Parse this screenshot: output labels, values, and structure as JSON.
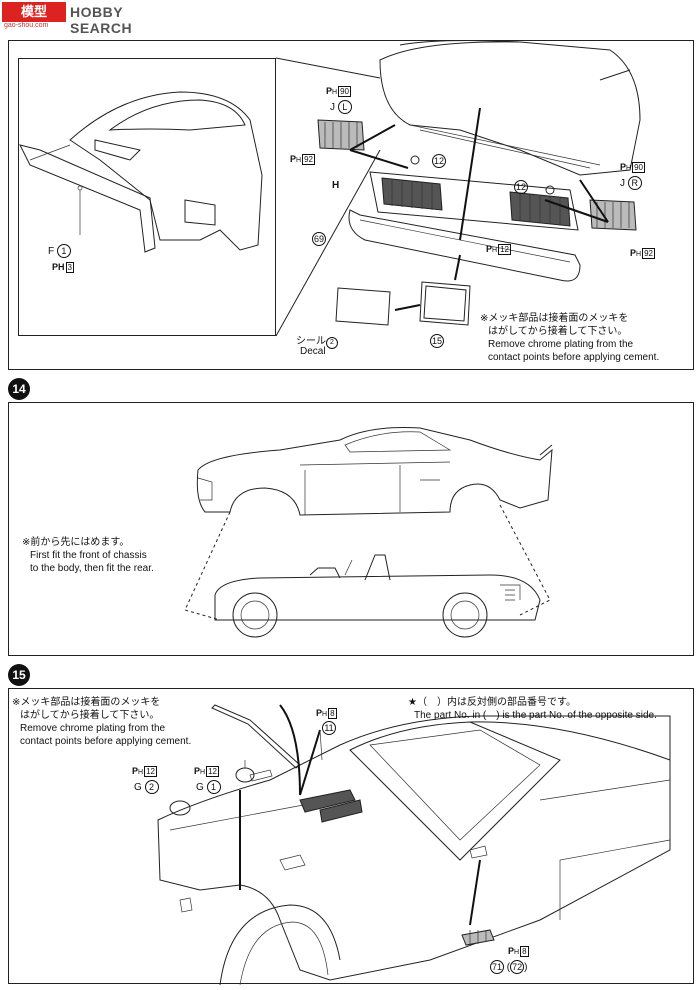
{
  "header": {
    "logo_text": "HOBBY SEARCH",
    "logo_sub": "gao-shou.com"
  },
  "step13": {
    "inset": {
      "part_F_letter": "F",
      "part_F_num": "1",
      "ph_label": "PH",
      "ph_box": "3"
    },
    "parts": {
      "ph90_left": "90",
      "j_left_letter": "J",
      "j_left_side": "L",
      "ph92_left": "92",
      "part12_left": "12",
      "h_label": "H",
      "part69": "69",
      "ph12": "12",
      "part12_right": "12",
      "ph90_right": "90",
      "j_right_letter": "J",
      "j_right_side": "R",
      "ph92_right": "92",
      "part15": "15"
    },
    "decal_jp": "シール",
    "decal_num": "2",
    "decal_en": "Decal",
    "note_jp_1": "※メッキ部品は接着面のメッキを",
    "note_jp_2": "はがしてから接着して下さい。",
    "note_en_1": "Remove chrome plating from the",
    "note_en_2": "contact points before applying cement."
  },
  "step14": {
    "number": "14",
    "note_jp": "※前から先にはめます。",
    "note_en_1": "First fit the front of chassis",
    "note_en_2": "to the body, then fit the rear."
  },
  "step15": {
    "number": "15",
    "note_jp_1": "※メッキ部品は接着面のメッキを",
    "note_jp_2": "はがしてから接着して下さい。",
    "note_en_1": "Remove chrome plating from the",
    "note_en_2": "contact points before applying cement.",
    "star_jp": "★（　）内は反対側の部品番号です。",
    "star_en": "The part No. in (　) is the part No. of the opposite side.",
    "parts": {
      "ph8_top": "8",
      "part11": "11",
      "ph12_left": "12",
      "g2_letter": "G",
      "g2_num": "2",
      "ph12_mid": "12",
      "g1_letter": "G",
      "g1_num": "1",
      "ph8_bottom": "8",
      "part71": "71",
      "part72": "72"
    }
  }
}
